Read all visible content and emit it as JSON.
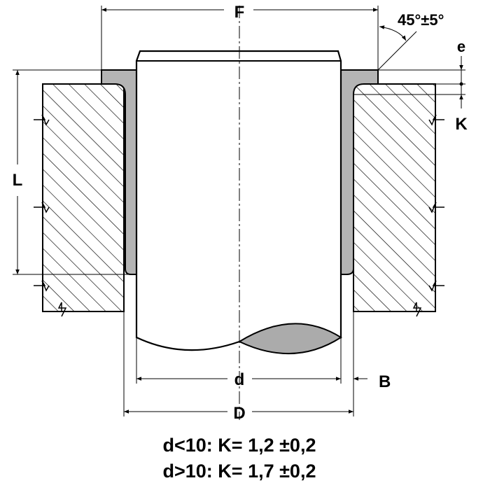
{
  "labels": {
    "F": "F",
    "angle": "45°±5°",
    "e": "e",
    "K": "K",
    "L": "L",
    "d": "d",
    "B": "B",
    "D": "D"
  },
  "notes": [
    "d<10: K= 1,2 ±0,2",
    "d>10: K= 1,7 ±0,2"
  ],
  "colors": {
    "bushing": "#b4b4b4",
    "line": "#000000",
    "section_cut": "#ababab"
  }
}
